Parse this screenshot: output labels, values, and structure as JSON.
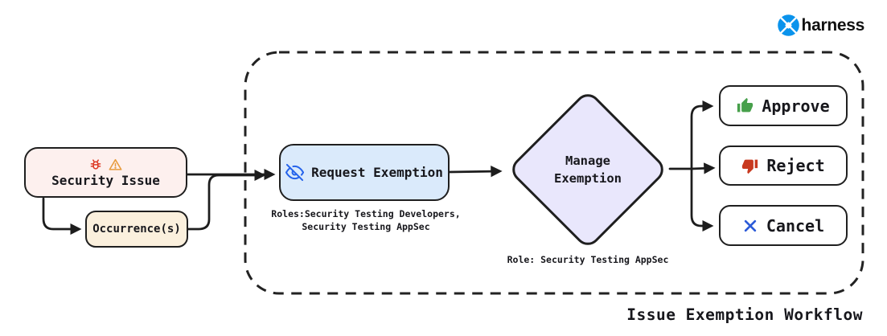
{
  "brand": {
    "name": "harness",
    "logo_icon": "harness-logo-icon",
    "logo_color": "#0a93ec"
  },
  "workflow": {
    "title": "Issue Exemption Workflow",
    "security_issue": {
      "label": "Security Issue",
      "icons": [
        "bug-icon",
        "warning-icon"
      ],
      "fill": "#fdf0ee",
      "bug_color": "#dd3a26",
      "warning_color": "#e89c3f"
    },
    "occurrences": {
      "label": "Occurrence(s)",
      "fill": "#fbf0dd"
    },
    "request_exemption": {
      "label": "Request Exemption",
      "icon": "eye-slash-icon",
      "icon_color": "#2563eb",
      "fill": "#daeafb",
      "roles_line1": "Roles:Security Testing Developers,",
      "roles_line2": "Security Testing AppSec"
    },
    "manage_exemption": {
      "label_line1": "Manage",
      "label_line2": "Exemption",
      "fill": "#e9e7fc",
      "role_note": "Role: Security Testing AppSec"
    },
    "actions": {
      "approve": {
        "label": "Approve",
        "icon": "thumbs-up-icon",
        "icon_color": "#47a04b"
      },
      "reject": {
        "label": "Reject",
        "icon": "thumbs-down-icon",
        "icon_color": "#c8391f"
      },
      "cancel": {
        "label": "Cancel",
        "icon": "x-icon",
        "icon_color": "#2c5bd8"
      }
    },
    "colors": {
      "connector_line": "#1d1d1d",
      "node_border": "#1f1f1f",
      "boundary_dash": "#222222"
    }
  }
}
